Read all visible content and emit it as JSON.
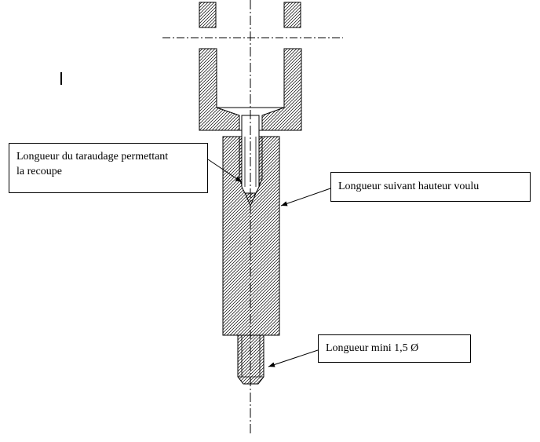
{
  "annotations": {
    "tap_length": {
      "line1": "Longueur du taraudage permettant",
      "line2": "la recoupe"
    },
    "height_length": "Longueur suivant hauteur voulu",
    "min_length": "Longueur mini 1,5 Ø"
  },
  "colors": {
    "stroke": "#000000",
    "hatch": "#000000",
    "background": "#ffffff"
  }
}
